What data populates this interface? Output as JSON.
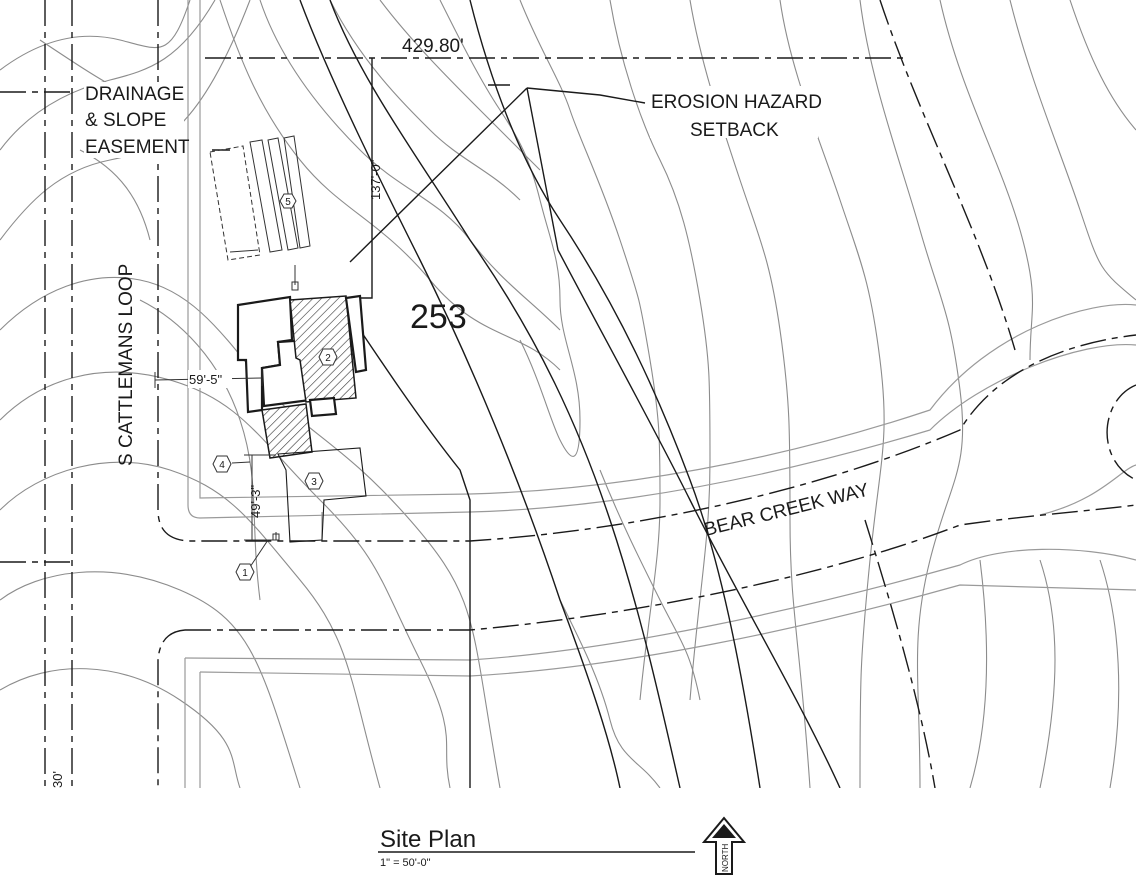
{
  "labels": {
    "lot_number": "253",
    "top_dimension": "429.80'",
    "drainage_line1": "DRAINAGE",
    "drainage_line2": "& SLOPE",
    "drainage_line3": "EASEMENT",
    "erosion_line1": "EROSION HAZARD",
    "erosion_line2": "SETBACK",
    "dim_137": "137'-0\"",
    "dim_59": "59'-5\"",
    "dim_49": "49'-3\"",
    "street_west": "S CATTLEMANS LOOP",
    "street_main": "BEAR CREEK WAY",
    "left_edge_dim": "30'",
    "callout_1": "1",
    "callout_2": "2",
    "callout_3": "3",
    "callout_4": "4",
    "callout_5": "5"
  },
  "title_block": {
    "title": "Site Plan",
    "scale": "1\" = 50'-0\"",
    "north_label": "NORTH"
  }
}
